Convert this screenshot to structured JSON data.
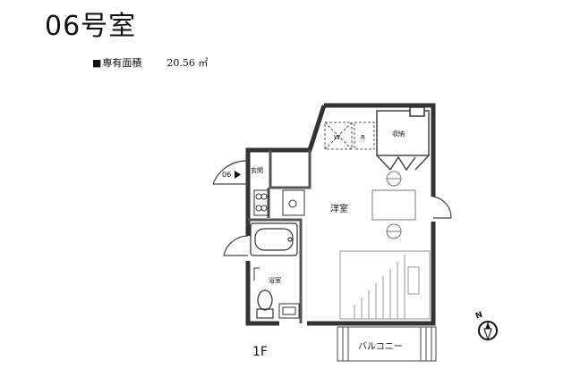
{
  "unit_title": "06号室",
  "area": {
    "label": "専有面積",
    "value": "20.56 ㎡"
  },
  "rooms": {
    "main": "洋室",
    "bath": "浴室",
    "entrance": "玄関",
    "storage": "収納",
    "balcony": "バルコニー",
    "washer": "W",
    "fridge": "R"
  },
  "door_number": "06",
  "floor": "1F",
  "compass": "N"
}
